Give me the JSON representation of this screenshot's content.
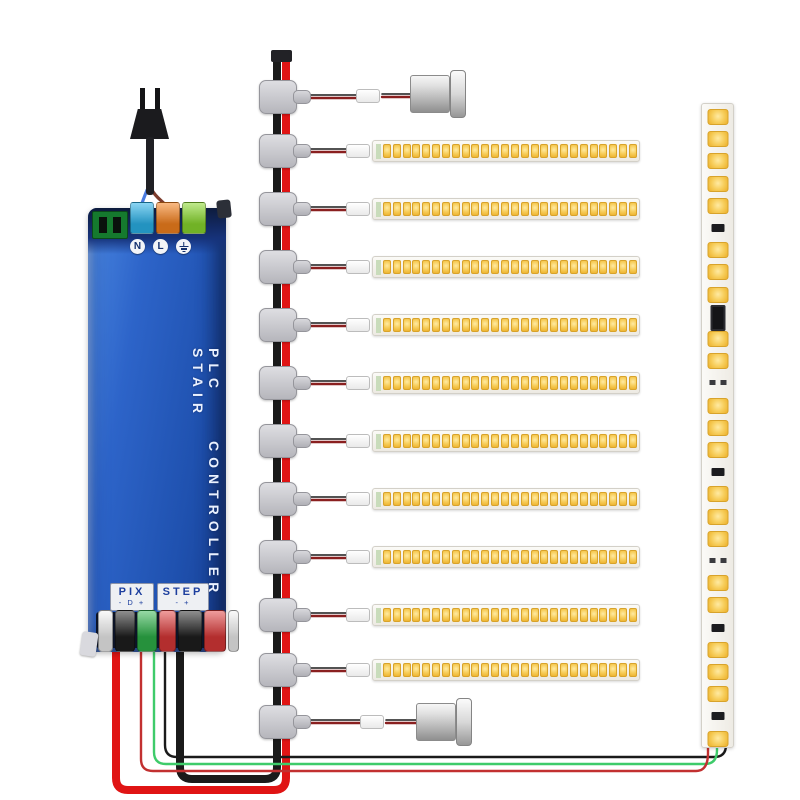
{
  "controller": {
    "title_line1": "PLC STAIR",
    "title_line2": "CONTROLLER",
    "body_color": "#2a61c4",
    "ac_terminals": [
      "N",
      "L",
      "⏚"
    ],
    "top_clip_colors": [
      "#2bb3ea",
      "#f5821f",
      "#8ad92e"
    ],
    "plug_wire_colors": [
      "#4a7be0",
      "#7d3c2c"
    ],
    "ports": [
      {
        "name": "PIX",
        "pins": "- D +"
      },
      {
        "name": "STEP",
        "pins": "-   +"
      }
    ],
    "bottom_clip_colors": [
      "#f5f5f5",
      "#1f1f1f",
      "#2fb54b",
      "#e03a3a",
      "#1f1f1f",
      "#e03a3a",
      "#f5f5f5"
    ],
    "bottom_clip_widths": [
      15,
      20,
      20,
      17,
      24,
      22,
      11
    ]
  },
  "power_bus": {
    "positive_color": "#e01414",
    "negative_color": "#1a1a1a",
    "tap_count": 12,
    "connector_color": "#c9c9cd",
    "lead_wire_colors": [
      "#1a1a1a",
      "#8a2020"
    ]
  },
  "led_strips": {
    "count": 10,
    "leds_per_strip": 26,
    "led_color": "#f2b93d",
    "pcb_color": "#f8f6f1"
  },
  "pixel_strip": {
    "segment_count": 29,
    "led_color": "#f2b93d",
    "ic_positions": [
      9
    ],
    "chip_positions": [
      5,
      16,
      23,
      27
    ],
    "pad_positions": [
      12,
      20
    ],
    "wire_colors": [
      "#1a1a1a",
      "#3ecb6a",
      "#c23030"
    ]
  },
  "sensors": {
    "count": 2
  }
}
